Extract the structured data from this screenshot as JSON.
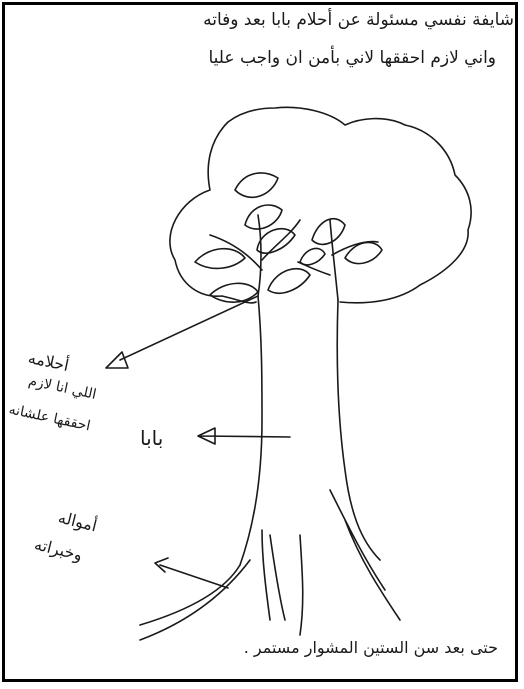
{
  "header": {
    "line1": "شايفة نفسي مسئولة عن أحلام بابا بعد وفاته",
    "line2": "واني لازم احققها لاني بأمن ان واجب عليا"
  },
  "labels": {
    "dreams": "أحلامه",
    "dreams_sub1": "اللي انا لازم",
    "dreams_sub2": "احققها علشانه",
    "baba": "بابا",
    "roots1": "أمواله",
    "roots2": "وخبراته"
  },
  "footer": {
    "text": "حتى بعد سن الستين المشوار مستمر ."
  }
}
